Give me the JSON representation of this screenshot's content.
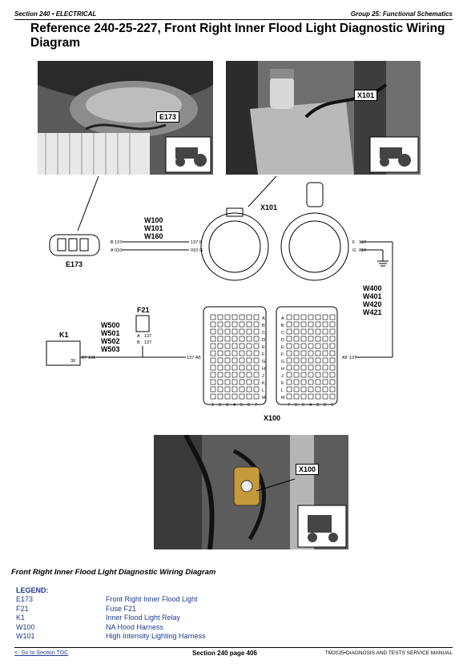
{
  "header": {
    "section": "Section 240 • ELECTRICAL",
    "group": "Group 25: Functional Schematics"
  },
  "title": "Reference 240-25-227, Front Right Inner Flood Light Diagnostic Wiring Diagram",
  "callouts": {
    "photo1": "E173",
    "photo2": "X101",
    "photo3": "X100"
  },
  "diagram": {
    "e173_label": "E173",
    "x101_label": "X101",
    "x100_label": "X100",
    "f21_label": "F21",
    "k1_label": "K1",
    "harness_top": [
      "W100",
      "W101",
      "W160"
    ],
    "harness_right": [
      "W400",
      "W401",
      "W420",
      "W421"
    ],
    "harness_left": [
      "W500",
      "W501",
      "W502",
      "W503"
    ],
    "pins": {
      "e173": [
        "B",
        "137",
        "A",
        "010"
      ],
      "x101_left": [
        "137",
        "F",
        "010",
        "G"
      ],
      "x101_right": [
        "F",
        "137",
        "G",
        "010"
      ],
      "x100_left": [
        "137",
        "A5"
      ],
      "x100_right": [
        "A5",
        "137"
      ],
      "f21": [
        "A",
        "137",
        "B",
        "137"
      ],
      "k1": [
        "30",
        "87",
        "131"
      ],
      "k1_right": [
        "87",
        "131"
      ]
    },
    "connector_rows_left": [
      "A",
      "B",
      "C",
      "D",
      "E",
      "F",
      "G",
      "H",
      "J",
      "K",
      "L",
      "M"
    ],
    "connector_cols_left": [
      "1",
      "2",
      "3",
      "4",
      "5",
      "6",
      "7"
    ],
    "connector_cols_right": [
      "7",
      "6",
      "5",
      "4",
      "3",
      "2",
      "1"
    ]
  },
  "caption": "Front Right Inner Flood Light Diagnostic Wiring Diagram",
  "legend": {
    "heading": "LEGEND:",
    "items": [
      {
        "code": "E173",
        "desc": "Front Right Inner Flood Light"
      },
      {
        "code": "F21",
        "desc": "Fuse F21"
      },
      {
        "code": "K1",
        "desc": "Inner Flood Light Relay"
      },
      {
        "code": "W100",
        "desc": "NA Hood Harness"
      },
      {
        "code": "W101",
        "desc": "High Intensity Lighting Harness"
      }
    ]
  },
  "footer": {
    "toc_link": "<- Go to Section TOC",
    "page": "Section 240 page 406",
    "manual": "TM2025•DIAGNOSIS AND TESTS SERVICE MANUAL"
  }
}
